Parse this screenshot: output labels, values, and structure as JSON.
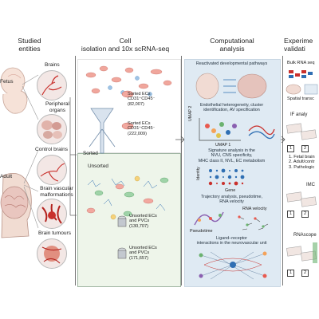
{
  "headers": {
    "studied": [
      "Studied",
      "entities"
    ],
    "cell": [
      "Cell",
      "isolation and 10x scRNA-seq"
    ],
    "comp": [
      "Computational",
      "analysis"
    ],
    "exp": [
      "Experime",
      "validati"
    ]
  },
  "entities": {
    "fetus_label": "Fetus",
    "adult_label": "Adult",
    "brains": "Brains",
    "peripheral": [
      "Peripheral",
      "organs"
    ],
    "control": "Control brains",
    "malformations": [
      "Brain vascular",
      "malformations"
    ],
    "tumours": "Brain tumours"
  },
  "isolation": {
    "sorted_label": "Sorted",
    "unsorted_label": "Unsorted",
    "sorted1": [
      "Sorted ECs",
      "CD31⁺CD45⁻",
      "(82,007)"
    ],
    "sorted2": [
      "Sorted ECs",
      "CD31⁺CD45⁻",
      "(222,009)"
    ],
    "unsorted1": [
      "Unsorted ECs",
      "and PVCs",
      "(130,707)"
    ],
    "unsorted2": [
      "Unsorted ECs",
      "and PVCs",
      "(171,657)"
    ]
  },
  "analysis": {
    "p1": [
      "Reactivated developmental pathways"
    ],
    "p2": [
      "Endothelial heterogeneity, cluster",
      "identification, AV specification"
    ],
    "umap_x": "UMAP 1",
    "umap_y": "UMAP 2",
    "p3": [
      "Signature analysis in the",
      "NVU, CNS specificity,",
      "MHC class II, NVL, EC metabolism"
    ],
    "identity": "Identity",
    "gene": "Gene",
    "p4": [
      "Trajectory analysis, pseudotime,",
      "RNA velocity"
    ],
    "pseudotime": "Pseudotime",
    "rna_velocity": "RNA velocity",
    "p5": [
      "Ligand–receptor",
      "interactions in the neurovascular unit"
    ]
  },
  "validation": {
    "bulk": "Bulk RNA seq",
    "spatial": "Spatial transc",
    "if": "IF analy",
    "legend": [
      "1. Fetal brain",
      "2. Adult/contr",
      "3. Pathologic"
    ],
    "imc": "IMC",
    "rnascope": "RNAscope",
    "num1": "1",
    "num2": "2"
  },
  "colors": {
    "panel_bg": "#dfeaf3",
    "sorted_bg": "#ffffff",
    "unsorted_bg": "#eef5ea",
    "vessel_red": "#c9302c",
    "accent_blue": "#2f6fb3"
  }
}
